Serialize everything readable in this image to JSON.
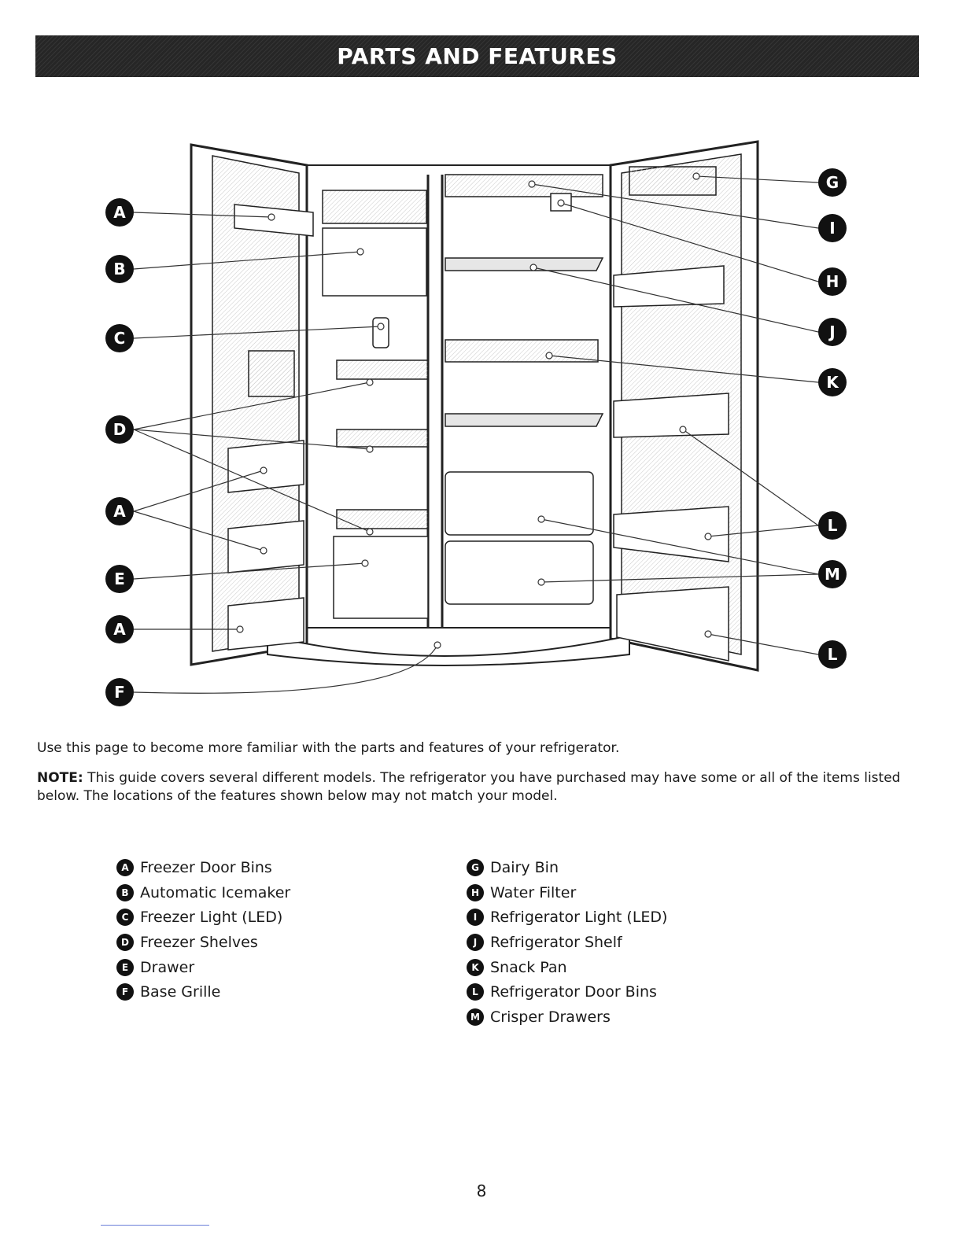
{
  "header": {
    "title": "PARTS AND FEATURES"
  },
  "diagram": {
    "callouts_left": [
      "A",
      "B",
      "C",
      "D",
      "A",
      "E",
      "A",
      "F"
    ],
    "callouts_right": [
      "G",
      "I",
      "H",
      "J",
      "K",
      "L",
      "M",
      "L"
    ]
  },
  "intro": "Use this page to become more familiar with the parts and features of your refrigerator.",
  "note": {
    "label": "NOTE:",
    "text": "This guide covers several different models. The refrigerator you have purchased may have some or all of the items listed below. The locations of the features shown below may not match your model."
  },
  "legend": {
    "left": [
      {
        "letter": "A",
        "label": "Freezer Door Bins"
      },
      {
        "letter": "B",
        "label": "Automatic Icemaker"
      },
      {
        "letter": "C",
        "label": "Freezer Light (LED)"
      },
      {
        "letter": "D",
        "label": "Freezer Shelves"
      },
      {
        "letter": "E",
        "label": "Drawer"
      },
      {
        "letter": "F",
        "label": "Base Grille"
      }
    ],
    "right": [
      {
        "letter": "G",
        "label": "Dairy Bin"
      },
      {
        "letter": "H",
        "label": "Water Filter"
      },
      {
        "letter": "I",
        "label": "Refrigerator Light (LED)"
      },
      {
        "letter": "J",
        "label": "Refrigerator Shelf"
      },
      {
        "letter": "K",
        "label": "Snack Pan"
      },
      {
        "letter": "L",
        "label": "Refrigerator Door Bins"
      },
      {
        "letter": "M",
        "label": "Crisper Drawers"
      }
    ]
  },
  "page_number": "8"
}
